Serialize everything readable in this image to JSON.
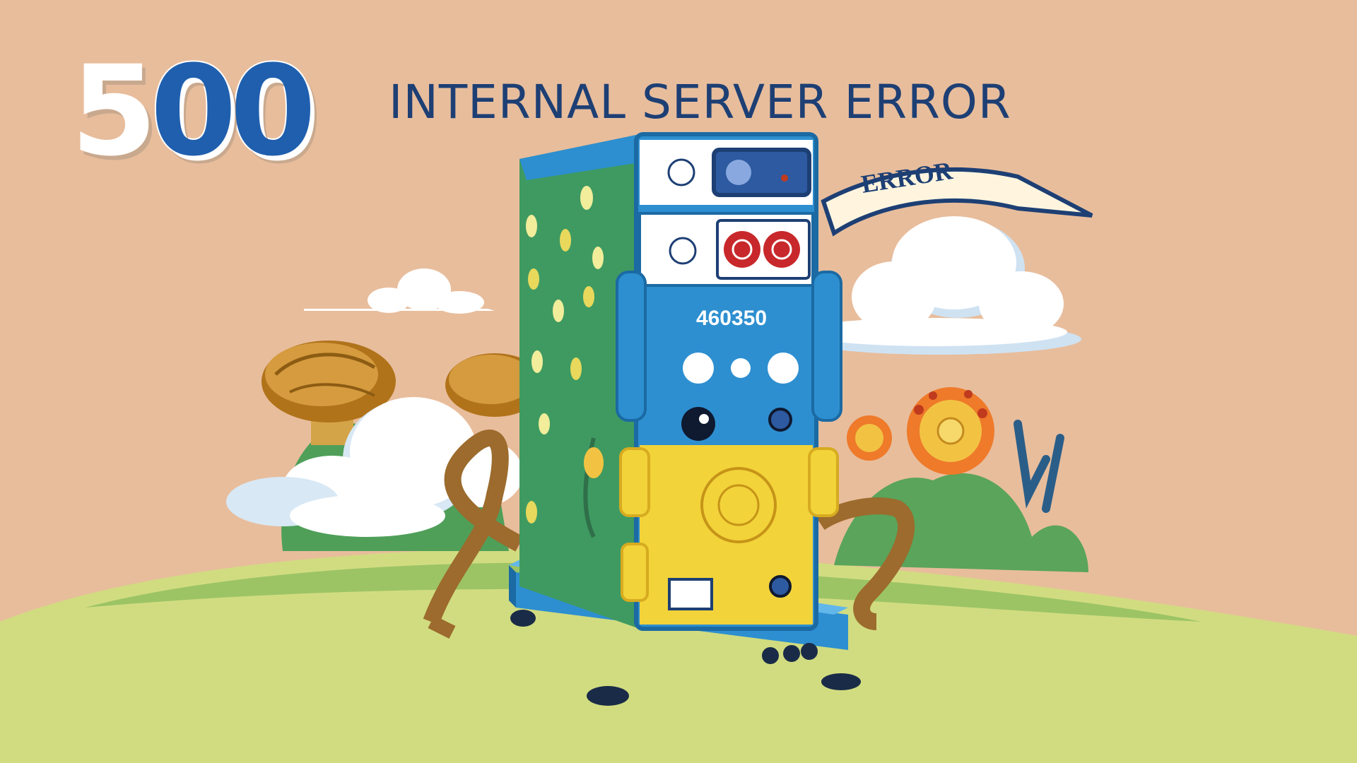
{
  "error_code": {
    "part1": "5",
    "part2": "00"
  },
  "title": "INTERNAL SERVER ERROR",
  "ribbon_label": "ERROR",
  "server": {
    "serial": "460350"
  },
  "colors": {
    "background": "#e8bd9c",
    "title": "#1d3f74",
    "accent_blue": "#2d8fd0",
    "panel_yellow": "#f2d33a",
    "side_green": "#3f9a61",
    "grass": "#c9d77a"
  }
}
